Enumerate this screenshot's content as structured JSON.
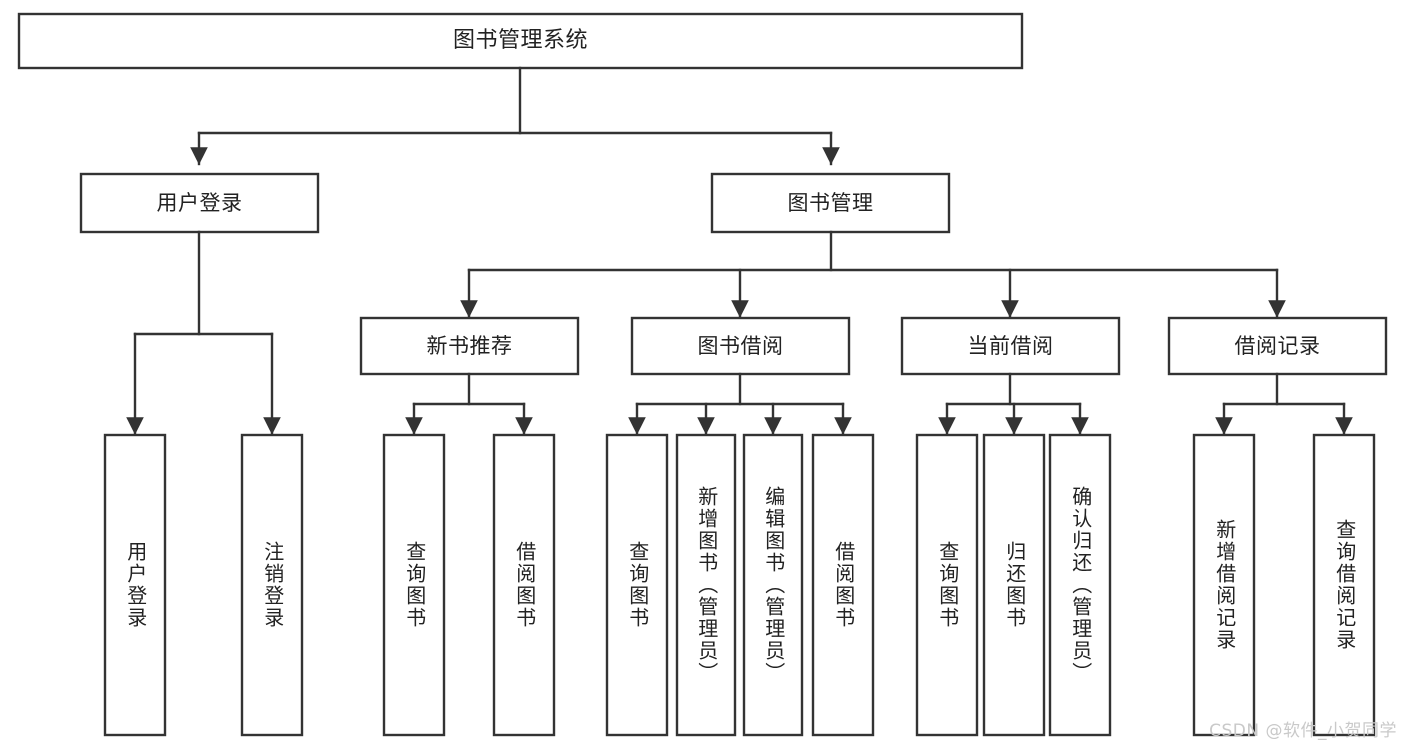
{
  "diagram": {
    "type": "tree-hierarchy",
    "title": "图书管理系统",
    "watermark": "CSDN @软件_小贺同学",
    "theme": {
      "background": "#ffffff",
      "box_fill": "#ffffff",
      "box_stroke": "#333333",
      "text_color": "#222222",
      "watermark_color": "#c9c9c9"
    },
    "levels": {
      "root": {
        "label": "图书管理系统"
      },
      "level1": [
        {
          "label": "用户登录"
        },
        {
          "label": "图书管理"
        }
      ],
      "level2": [
        {
          "label": "新书推荐"
        },
        {
          "label": "图书借阅"
        },
        {
          "label": "当前借阅"
        },
        {
          "label": "借阅记录"
        }
      ]
    },
    "nodes": {
      "root": "图书管理系统",
      "user_login": "用户登录",
      "book_manage": "图书管理",
      "new_book_rec": "新书推荐",
      "book_borrow": "图书借阅",
      "current_borrow": "当前借阅",
      "borrow_record": "借阅记录"
    },
    "leaves": {
      "user_login": [
        "用户登录",
        "注销登录"
      ],
      "new_book_rec": [
        "查询图书",
        "借阅图书"
      ],
      "book_borrow": [
        "查询图书",
        "新增图书（管理员）",
        "编辑图书（管理员）",
        "借阅图书"
      ],
      "current_borrow": [
        "查询图书",
        "归还图书",
        "确认归还（管理员）"
      ],
      "borrow_record": [
        "新增借阅记录",
        "查询借阅记录"
      ]
    },
    "edges": [
      {
        "from": "图书管理系统",
        "to": "用户登录"
      },
      {
        "from": "图书管理系统",
        "to": "图书管理"
      },
      {
        "from": "用户登录",
        "to": "用户登录"
      },
      {
        "from": "用户登录",
        "to": "注销登录"
      },
      {
        "from": "图书管理",
        "to": "新书推荐"
      },
      {
        "from": "图书管理",
        "to": "图书借阅"
      },
      {
        "from": "图书管理",
        "to": "当前借阅"
      },
      {
        "from": "图书管理",
        "to": "借阅记录"
      },
      {
        "from": "新书推荐",
        "to": "查询图书"
      },
      {
        "from": "新书推荐",
        "to": "借阅图书"
      },
      {
        "from": "图书借阅",
        "to": "查询图书"
      },
      {
        "from": "图书借阅",
        "to": "新增图书（管理员）"
      },
      {
        "from": "图书借阅",
        "to": "编辑图书（管理员）"
      },
      {
        "from": "图书借阅",
        "to": "借阅图书"
      },
      {
        "from": "当前借阅",
        "to": "查询图书"
      },
      {
        "from": "当前借阅",
        "to": "归还图书"
      },
      {
        "from": "当前借阅",
        "to": "确认归还（管理员）"
      },
      {
        "from": "借阅记录",
        "to": "新增借阅记录"
      },
      {
        "from": "借阅记录",
        "to": "查询借阅记录"
      }
    ]
  }
}
